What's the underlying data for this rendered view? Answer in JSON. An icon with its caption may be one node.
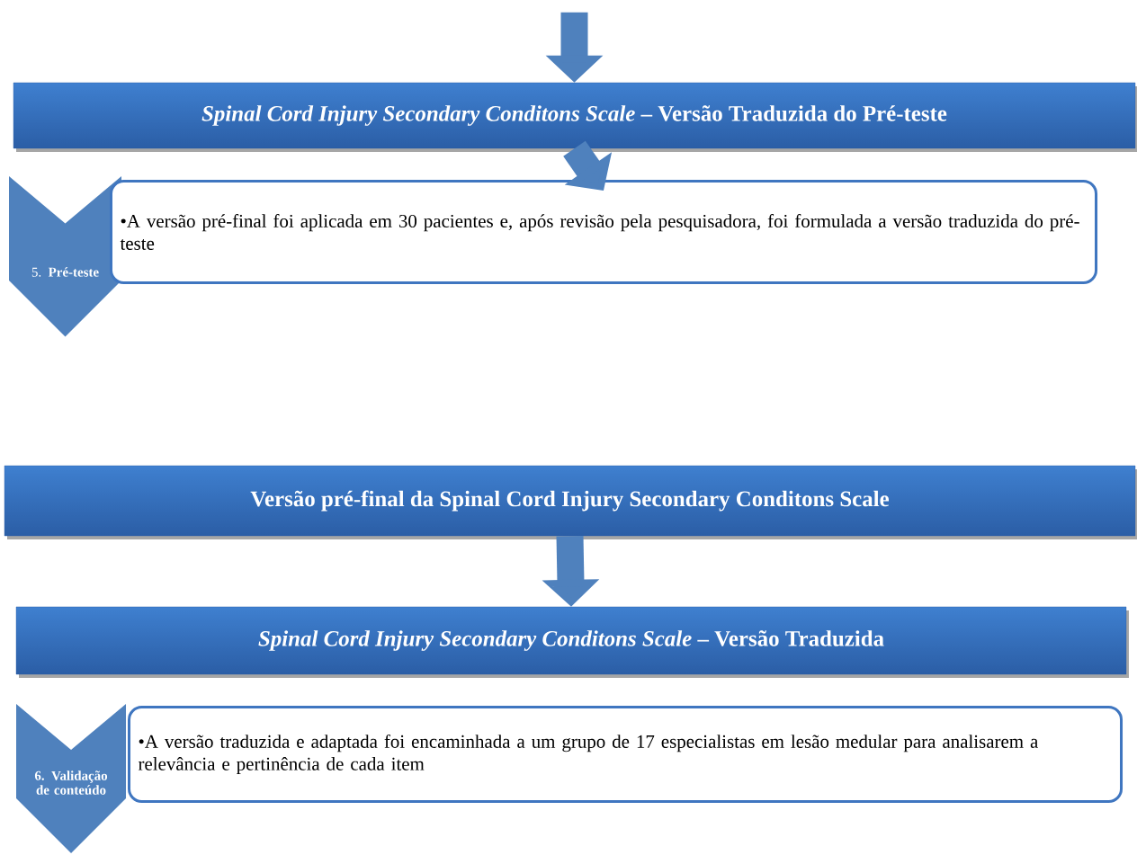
{
  "diagram": {
    "nodes": [
      {
        "text": [
          "*Spinal Cord Injury Secondary Conditons Scale* – Versão Traduzida do Pré-teste"
        ]
      },
      {
        "text": [
          "5. **Pré-teste**"
        ]
      },
      {
        "text": [
          "•A versão pré-final foi aplicada em 30 pacientes e, após revisão pela pesquisadora, foi formulada a versão traduzida do pré-teste"
        ]
      },
      {
        "text": [
          "Versão pré-final da Spinal Cord Injury Secondary Conditons Scale"
        ]
      },
      {
        "text": [
          "*Spinal Cord Injury Secondary Conditons Scale* – Versão Traduzida"
        ]
      },
      {
        "text": [
          "**6. Validação de conteúdo**"
        ]
      },
      {
        "text": [
          "•A versão traduzida e adaptada foi encaminhada a um grupo de 17 especialistas em lesão medular para analisarem a relevância e pertinência de cada item"
        ]
      }
    ],
    "edges": [
      {
        "from": null,
        "to": 0,
        "arrow": "to"
      },
      {
        "from": 0,
        "to": 2,
        "arrow": "to"
      },
      {
        "from": 3,
        "to": 4,
        "arrow": "to"
      }
    ]
  }
}
